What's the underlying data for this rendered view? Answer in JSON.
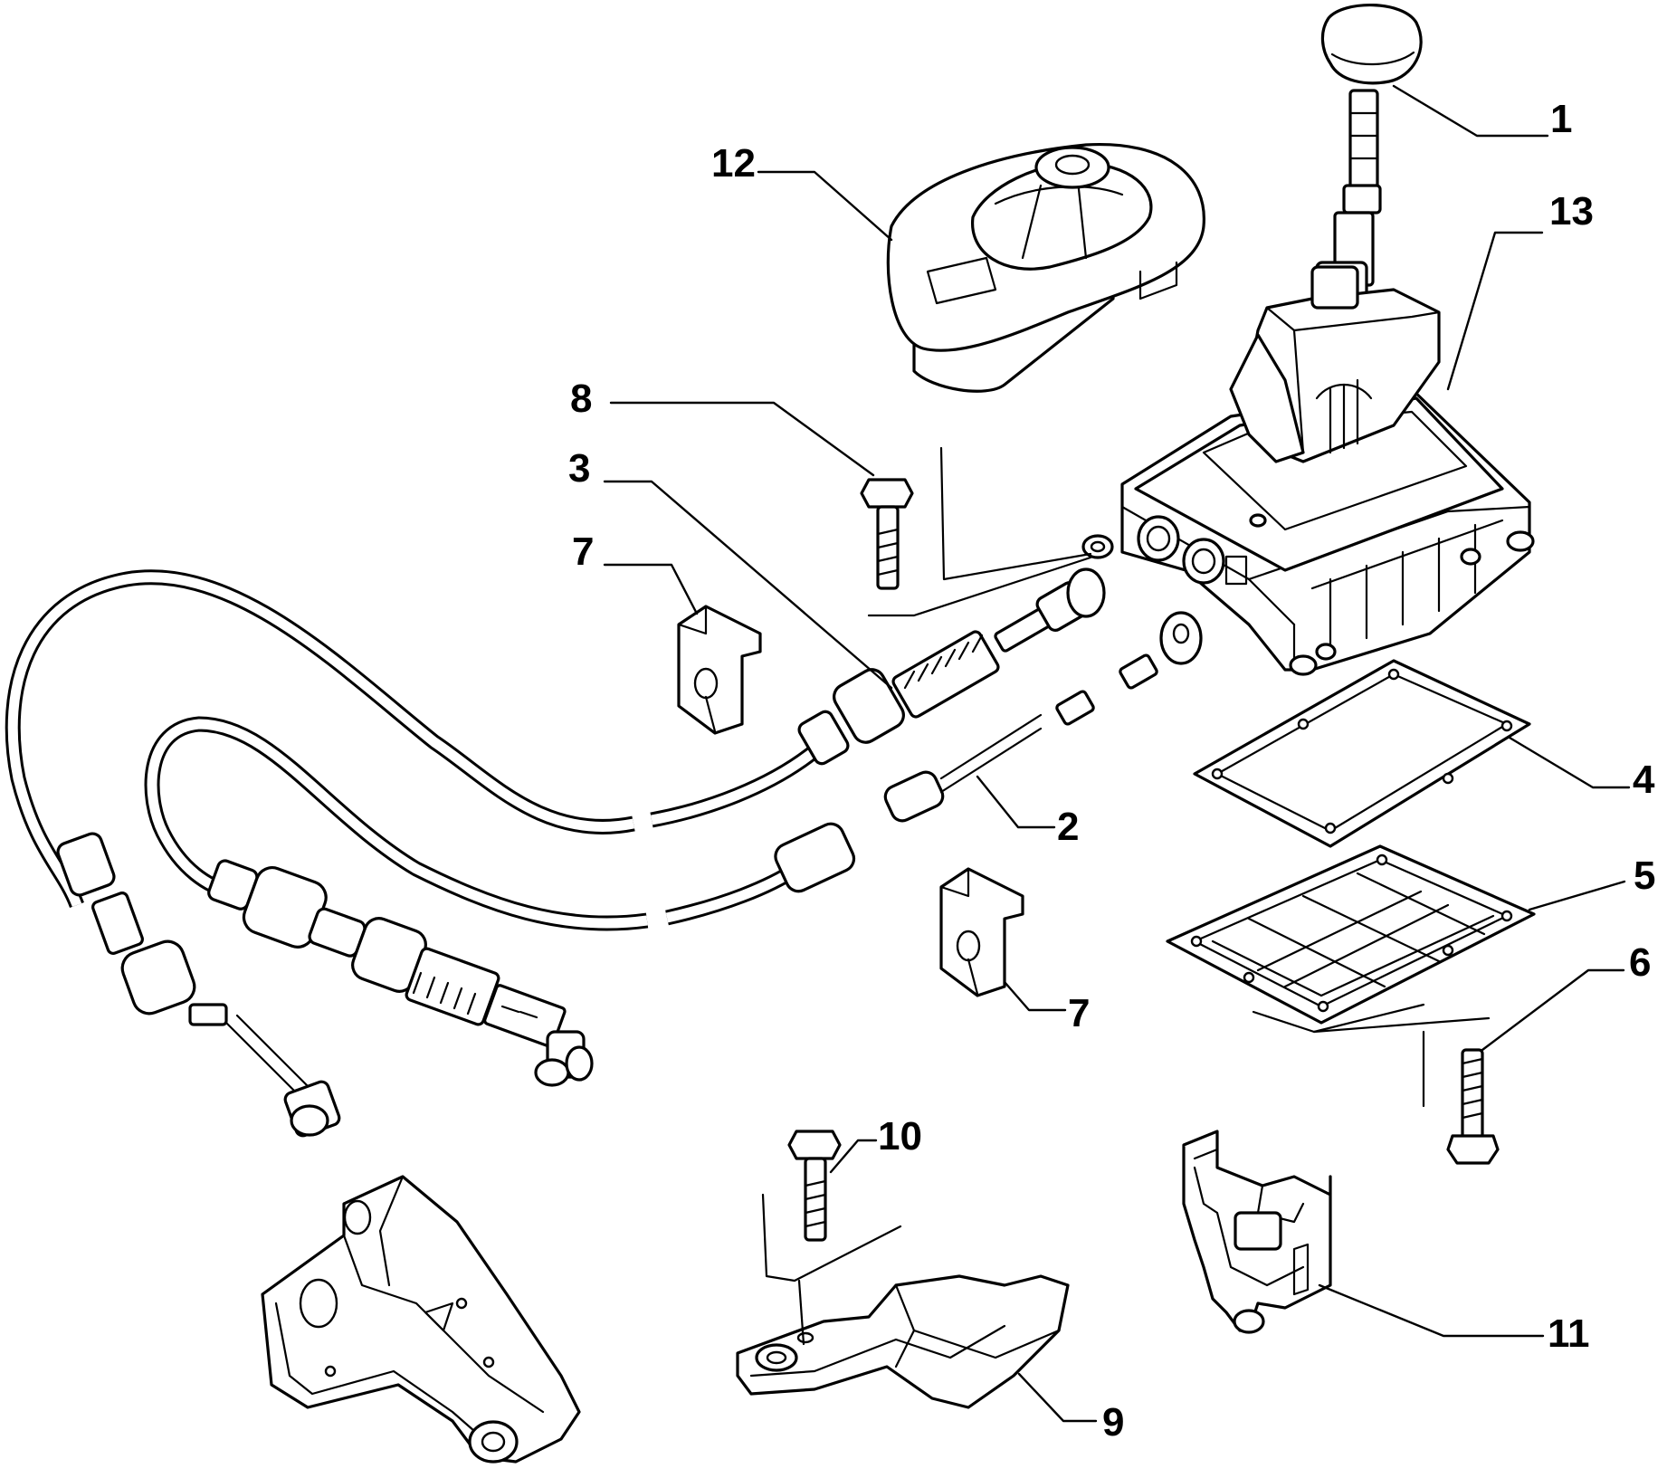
{
  "callouts": [
    {
      "id": "1",
      "label": "1"
    },
    {
      "id": "2",
      "label": "2"
    },
    {
      "id": "3",
      "label": "3"
    },
    {
      "id": "4",
      "label": "4"
    },
    {
      "id": "5",
      "label": "5"
    },
    {
      "id": "6",
      "label": "6"
    },
    {
      "id": "7a",
      "label": "7"
    },
    {
      "id": "7b",
      "label": "7"
    },
    {
      "id": "8",
      "label": "8"
    },
    {
      "id": "9",
      "label": "9"
    },
    {
      "id": "10",
      "label": "10"
    },
    {
      "id": "11",
      "label": "11"
    },
    {
      "id": "12",
      "label": "12"
    },
    {
      "id": "13",
      "label": "13"
    }
  ],
  "colors": {
    "ink": "#000000",
    "paper": "#ffffff"
  }
}
